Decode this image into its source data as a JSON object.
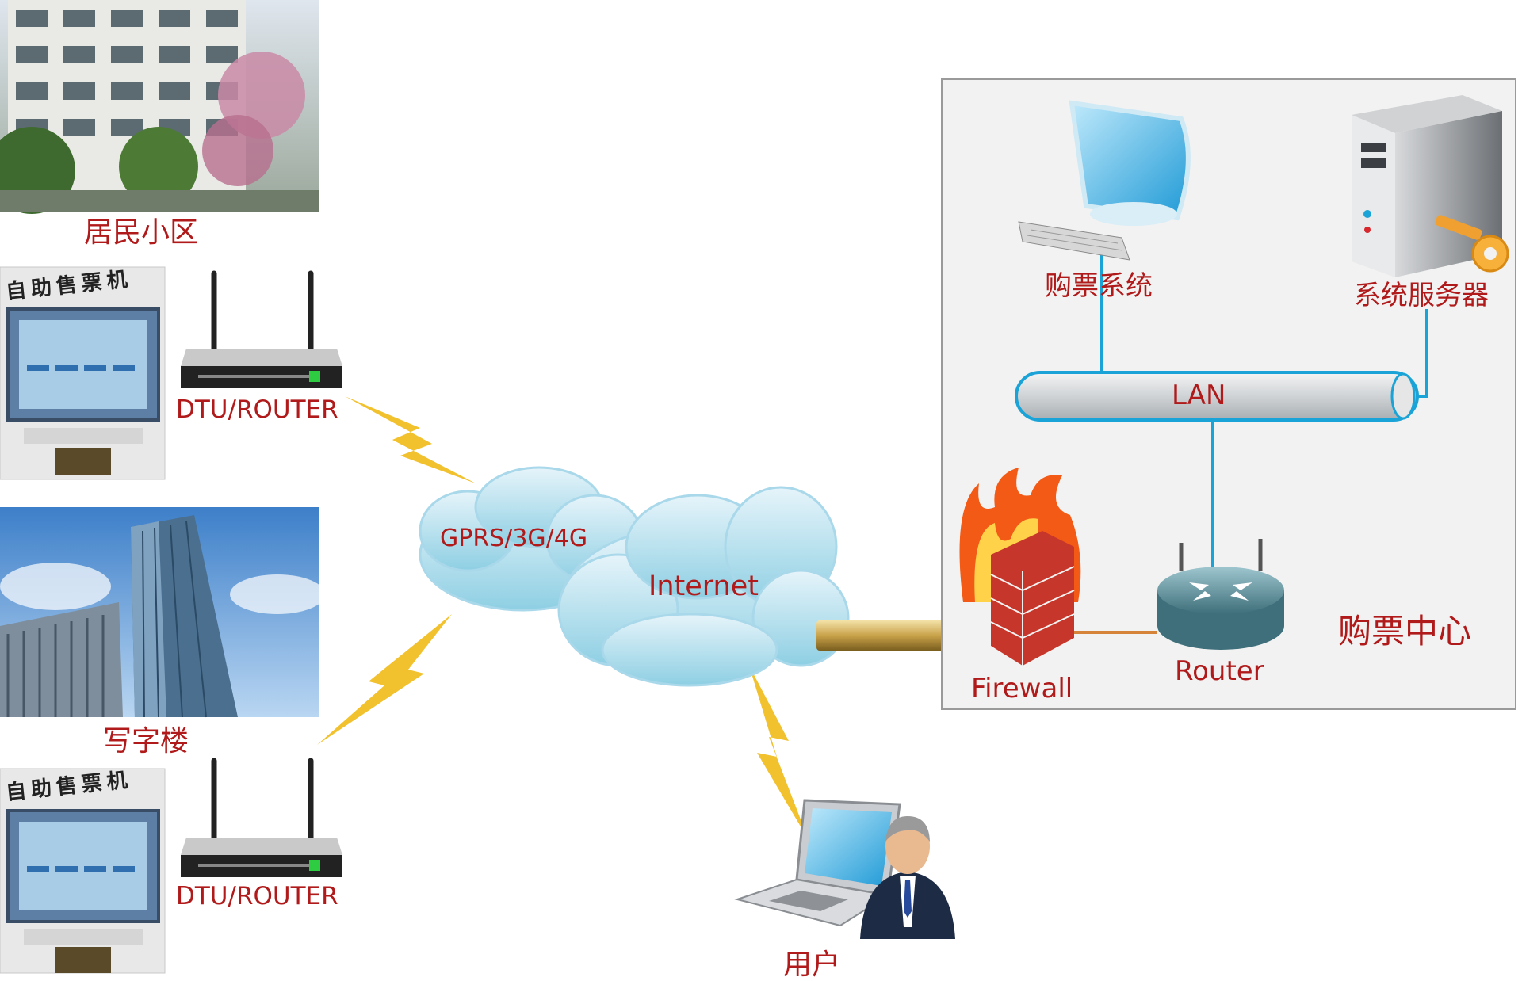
{
  "labels": {
    "residential": "居民小区",
    "office_building": "写字楼",
    "kiosk_sign": "自助售票机",
    "dtu_router_1": "DTU/ROUTER",
    "dtu_router_2": "DTU/ROUTER",
    "gprs_cloud": "GPRS/3G/4G",
    "internet_cloud": "Internet",
    "user": "用户",
    "ticket_system": "购票系统",
    "system_server": "系统服务器",
    "lan": "LAN",
    "firewall": "Firewall",
    "router": "Router",
    "ticket_center": "购票中心"
  },
  "colors": {
    "label_red": "#b01a1a",
    "link_cyan": "#1aa3d6",
    "lightning_yellow": "#f2c12e",
    "trunk_gold": "#c9a24a"
  }
}
